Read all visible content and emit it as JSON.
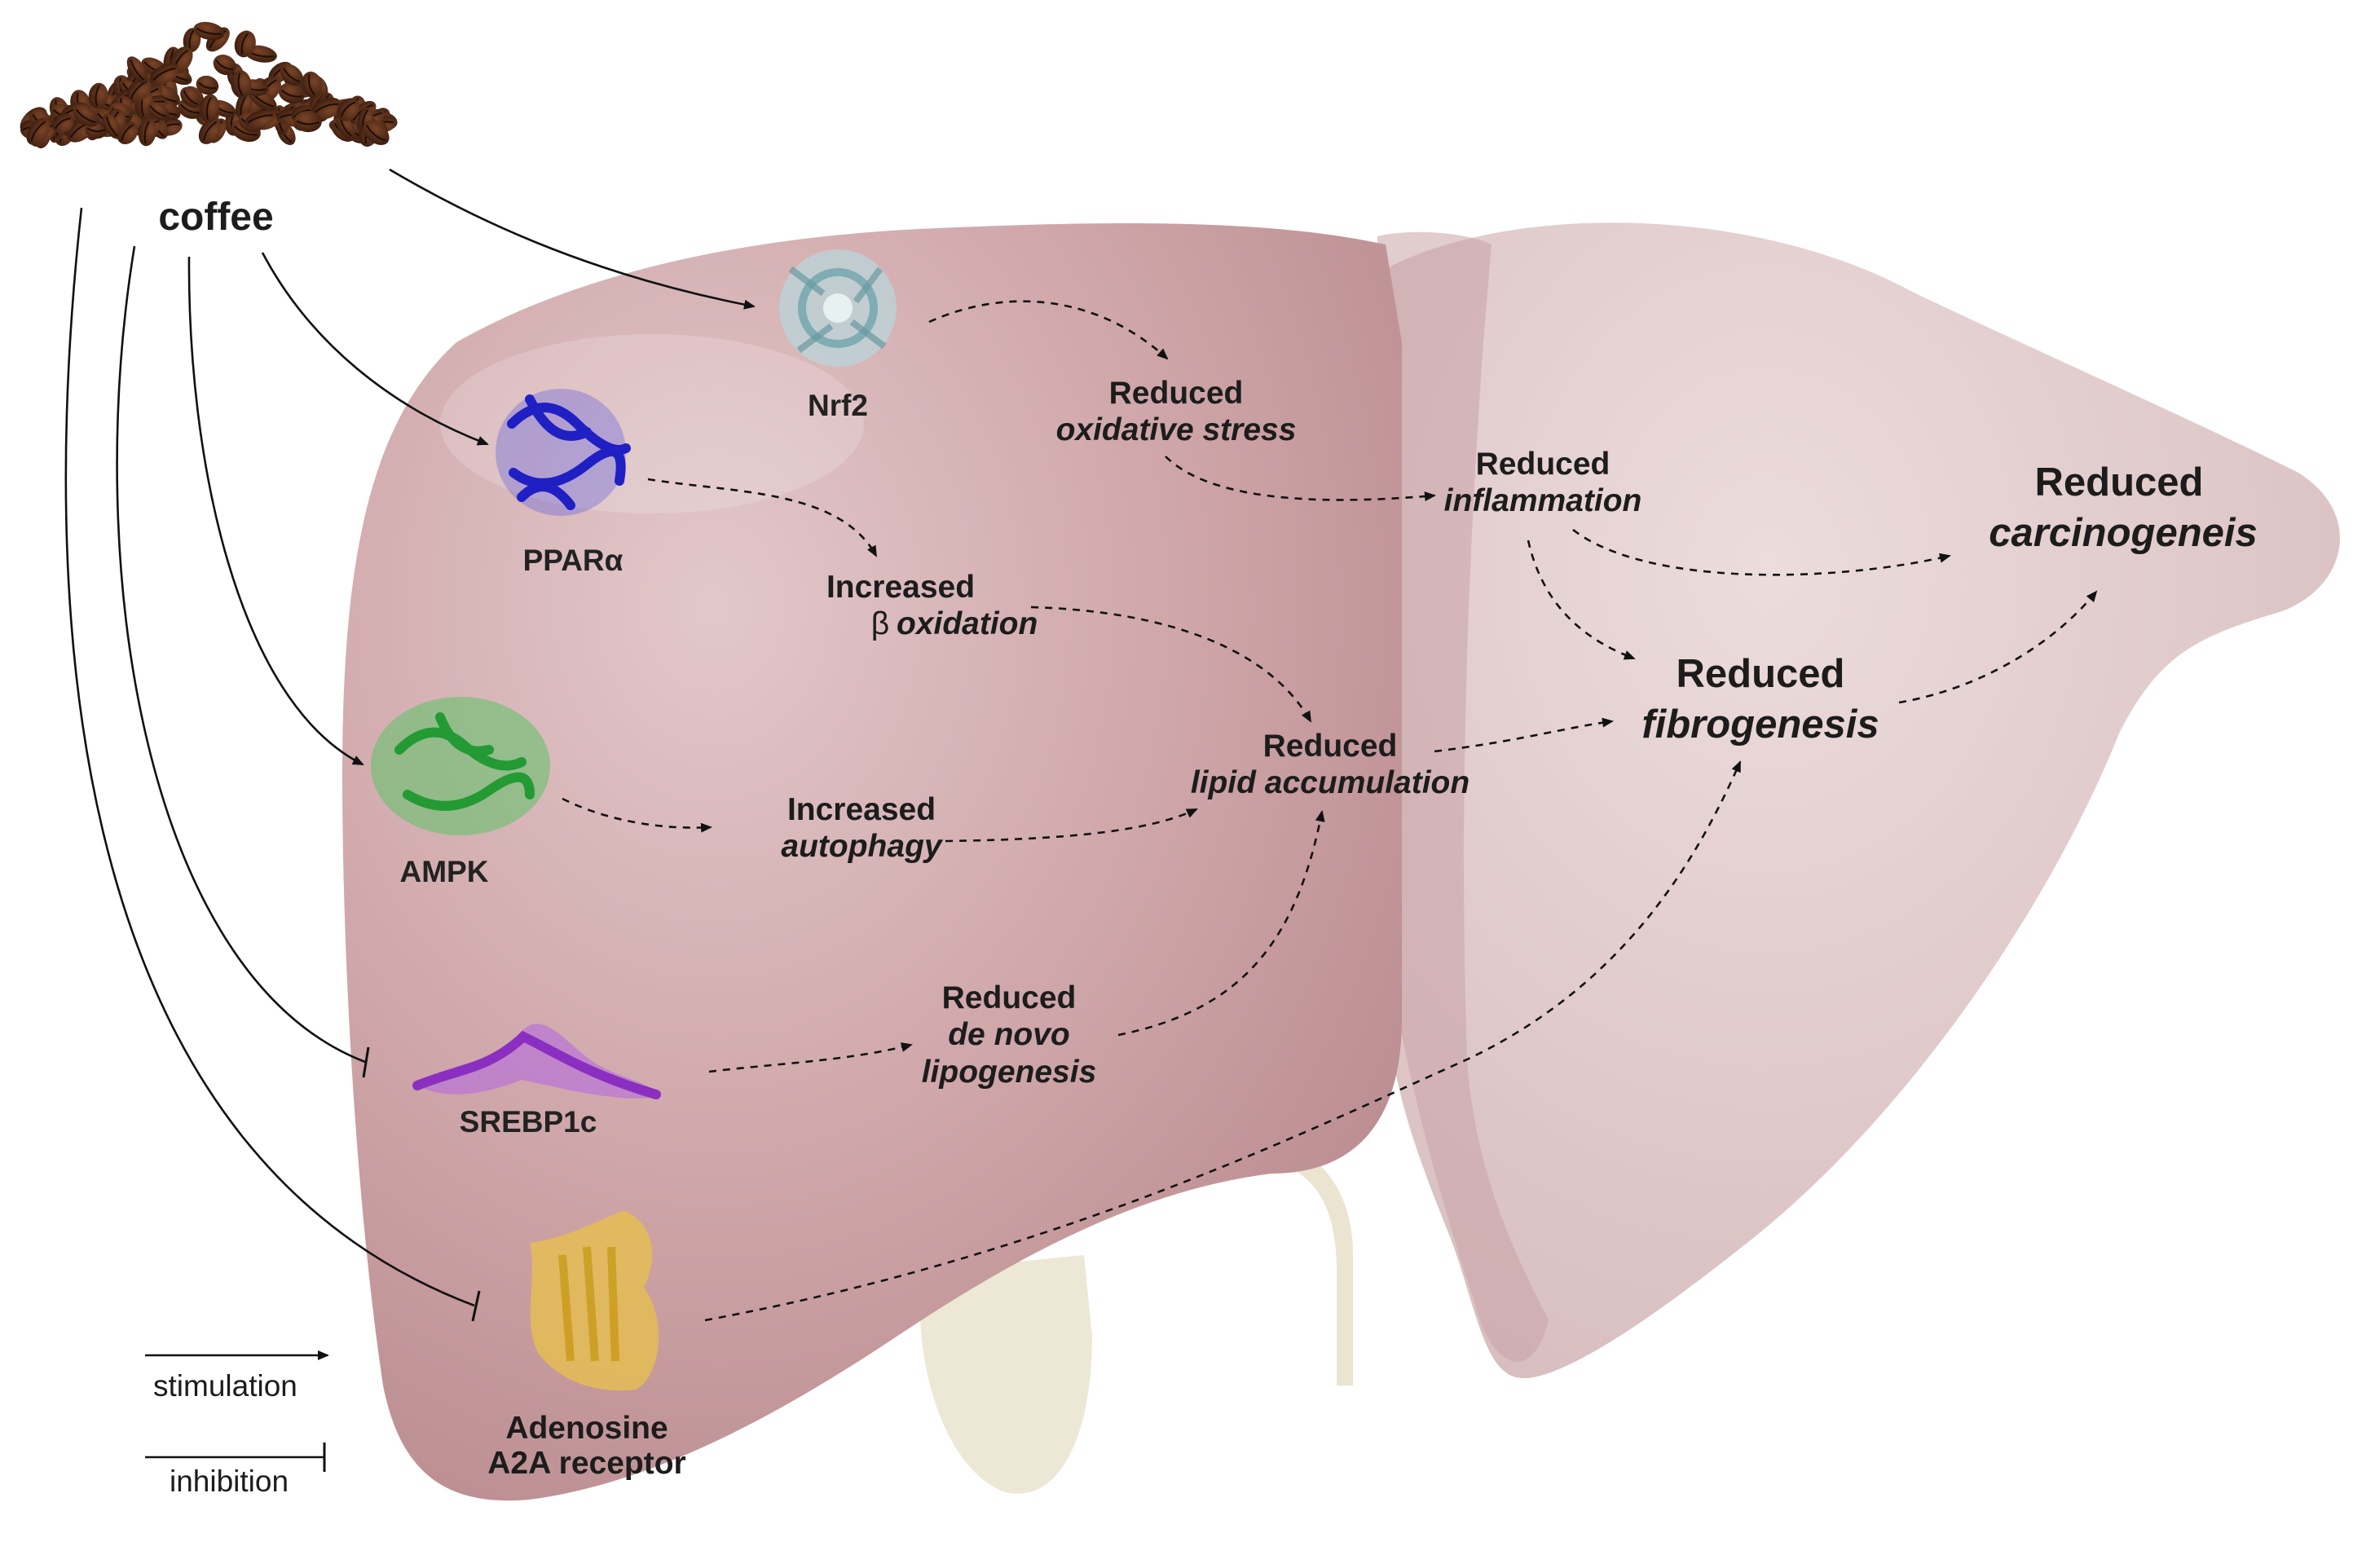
{
  "source": "coffee",
  "proteins": {
    "nrf2": "Nrf2",
    "ppara": "PPARα",
    "ampk": "AMPK",
    "srebp1c": "SREBP1c",
    "a2a_line1": "Adenosine",
    "a2a_line2": "A2A receptor"
  },
  "effects": {
    "oxidative_line1": "Reduced",
    "oxidative_line2": "oxidative stress",
    "inflammation_line1": "Reduced",
    "inflammation_line2": "inflammation",
    "beta_line1": "Increased",
    "beta_symbol": "β",
    "beta_line2": "oxidation",
    "autophagy_line1": "Increased",
    "autophagy_line2": "autophagy",
    "lipid_line1": "Reduced",
    "lipid_line2": "lipid accumulation",
    "denovo_line1": "Reduced",
    "denovo_line2": "de novo",
    "denovo_line3": "lipogenesis",
    "fibro_line1": "Reduced",
    "fibro_line2": "fibrogenesis",
    "carcino_line1": "Reduced",
    "carcino_line2": "carcinogeneis"
  },
  "legend": {
    "stimulation": "stimulation",
    "inhibition": "inhibition"
  },
  "colors": {
    "liver": "#c99a9d",
    "liver_light": "#d8b7b9",
    "coffee": "#4a2716",
    "nrf2": "#9fc7cd",
    "ppara": "#2424c8",
    "ampk": "#3fb04a",
    "srebp1c": "#9c3ec8",
    "a2a": "#e1b63a"
  }
}
